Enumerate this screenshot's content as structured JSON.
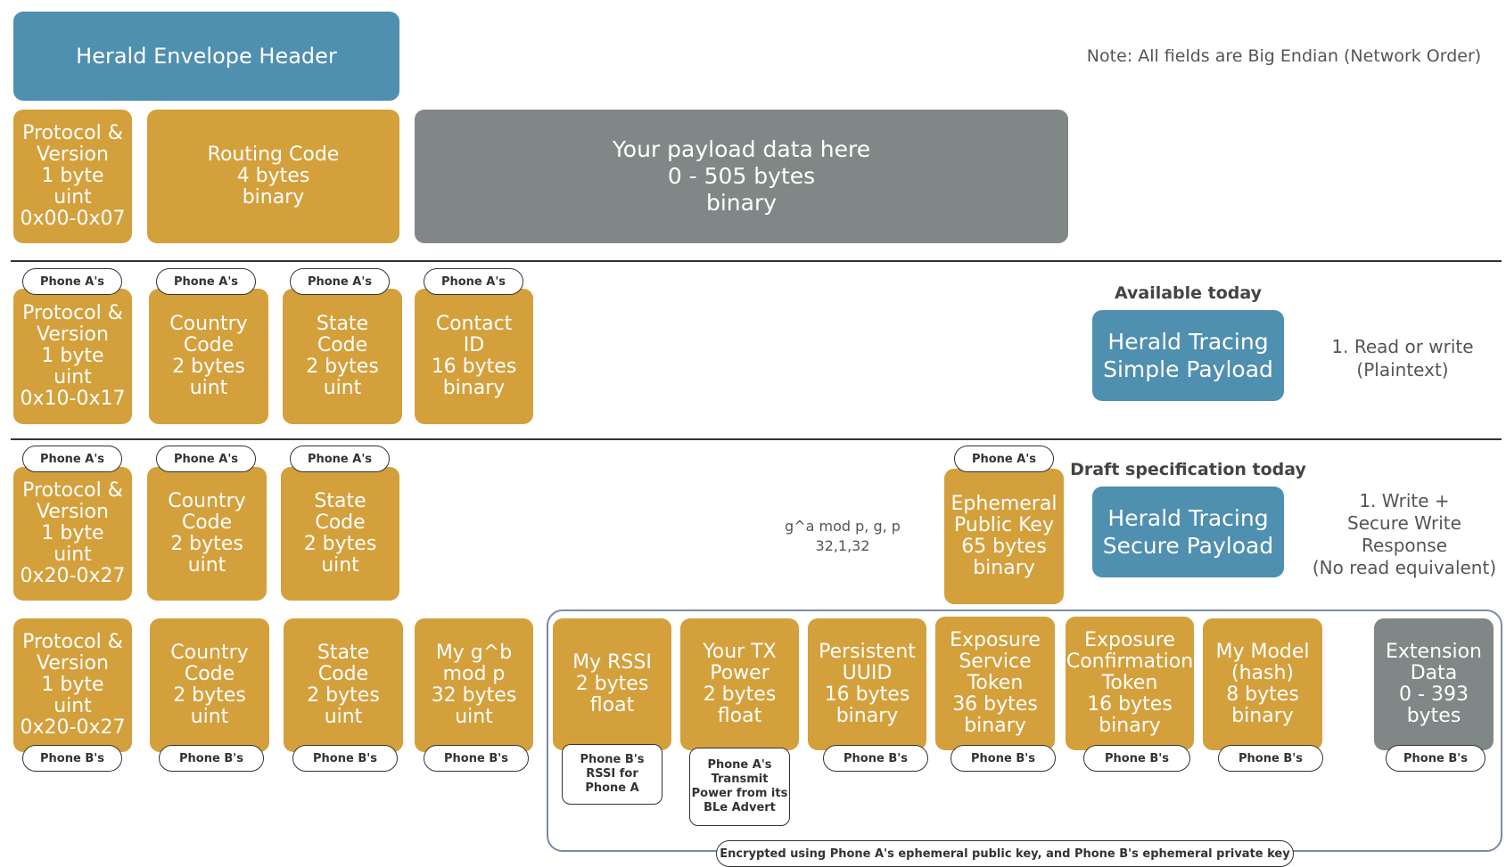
{
  "colors": {
    "gold": "#d4a03c",
    "blue": "#4f8fb0",
    "grey": "#7f8886",
    "line": "#333333"
  },
  "header": {
    "title": "Herald Envelope Header",
    "note": "Note: All fields are Big Endian (Network Order)"
  },
  "envelope": {
    "protocol": [
      "Protocol &",
      "Version",
      "1 byte",
      "uint",
      "0x00-0x07"
    ],
    "routing": [
      "Routing Code",
      "4 bytes",
      "binary"
    ],
    "payload": [
      "Your payload data here",
      "0 - 505 bytes",
      "binary"
    ]
  },
  "simple": {
    "tags": [
      "Phone A's",
      "Phone A's",
      "Phone A's",
      "Phone A's"
    ],
    "protocol": [
      "Protocol &",
      "Version",
      "1 byte",
      "uint",
      "0x10-0x17"
    ],
    "country": [
      "Country",
      "Code",
      "2 bytes",
      "uint"
    ],
    "state": [
      "State",
      "Code",
      "2 bytes",
      "uint"
    ],
    "contact": [
      "Contact",
      "ID",
      "16 bytes",
      "binary"
    ],
    "availability": "Available today",
    "name": [
      "Herald Tracing",
      "Simple Payload"
    ],
    "desc": [
      "1. Read or write",
      "(Plaintext)"
    ]
  },
  "secure": {
    "tags": [
      "Phone A's",
      "Phone A's",
      "Phone A's",
      "Phone A's"
    ],
    "protocol": [
      "Protocol &",
      "Version",
      "1 byte",
      "uint",
      "0x20-0x27"
    ],
    "country": [
      "Country",
      "Code",
      "2 bytes",
      "uint"
    ],
    "state": [
      "State",
      "Code",
      "2 bytes",
      "uint"
    ],
    "dh_note": [
      "g^a mod p, g, p",
      "32,1,32"
    ],
    "ephemeral": [
      "Ephemeral",
      "Public Key",
      "65 bytes",
      "binary"
    ],
    "availability": "Draft specification today",
    "name": [
      "Herald Tracing",
      "Secure Payload"
    ],
    "desc": [
      "1. Write +",
      "Secure Write",
      "Response",
      "(No read equivalent)"
    ]
  },
  "response": {
    "protocol": [
      "Protocol &",
      "Version",
      "1 byte",
      "uint",
      "0x20-0x27"
    ],
    "country": [
      "Country",
      "Code",
      "2 bytes",
      "uint"
    ],
    "state": [
      "State",
      "Code",
      "2 bytes",
      "uint"
    ],
    "gb": [
      "My g^b",
      "mod p",
      "32 bytes",
      "uint"
    ],
    "rssi": [
      "My RSSI",
      "2 bytes",
      "float"
    ],
    "txpower": [
      "Your TX",
      "Power",
      "2 bytes",
      "float"
    ],
    "uuid": [
      "Persistent",
      "UUID",
      "16 bytes",
      "binary"
    ],
    "est": [
      "Exposure",
      "Service",
      "Token",
      "36 bytes",
      "binary"
    ],
    "ect": [
      "Exposure",
      "Confirmation",
      "Token",
      "16 bytes",
      "binary"
    ],
    "model": [
      "My Model",
      "(hash)",
      "8 bytes",
      "binary"
    ],
    "extension": [
      "Extension",
      "Data",
      "0 - 393",
      "bytes"
    ],
    "tags": [
      "Phone B's",
      "Phone B's",
      "Phone B's",
      "Phone B's",
      "Phone B's",
      "Phone B's",
      "Phone B's",
      "Phone B's"
    ],
    "rssi_note": [
      "Phone B's",
      "RSSI for",
      "Phone A"
    ],
    "tx_note": [
      "Phone A's",
      "Transmit",
      "Power from its",
      "BLe Advert"
    ],
    "encrypted_label": "Encrypted using Phone A's ephemeral public key, and Phone B's ephemeral private key"
  }
}
